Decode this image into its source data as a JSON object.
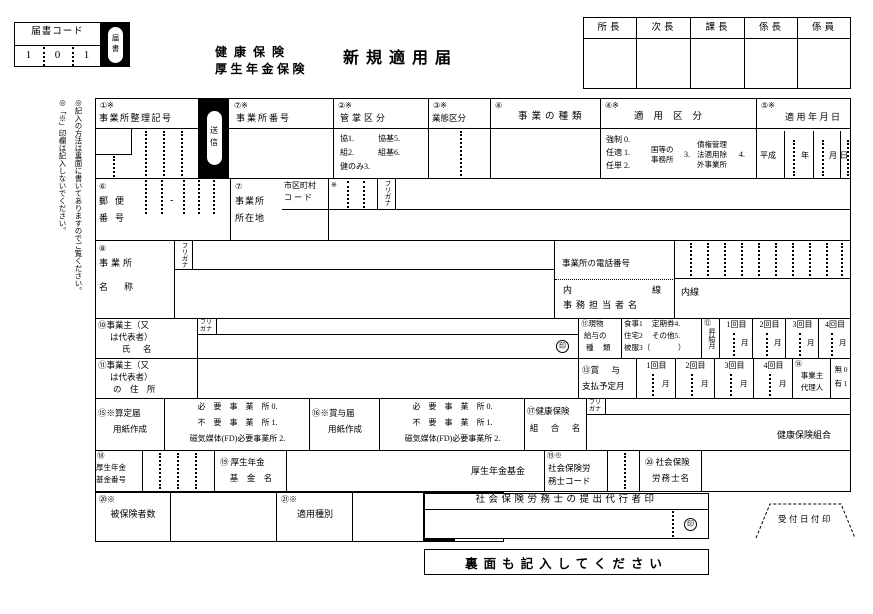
{
  "document": {
    "form_code_label": "届書コード",
    "form_code_digits": [
      "1",
      "0",
      "1"
    ],
    "todokesho_tab": "届書",
    "title_line1": "健康保険",
    "title_line2": "厚生年金保険",
    "title_main": "新規適用届",
    "bottom_notice": "裏面も記入してください"
  },
  "approval_table": {
    "headers": [
      "所長",
      "次長",
      "課長",
      "係長",
      "係員"
    ]
  },
  "side_notes": {
    "note1": "◎記入の方法は裏面に書いてありますのでご覧ください。",
    "note2": "◎「※」印欄は記入しないでください。"
  },
  "send_marks": {
    "label": "送信"
  },
  "fields": {
    "f1": {
      "num": "①※",
      "label": "事業所整理記号"
    },
    "f7top": {
      "num": "⑦※",
      "label": "事業所番号"
    },
    "f2": {
      "num": "②※",
      "label": "管掌区分",
      "options": [
        "協1.",
        "協基5.",
        "組2.",
        "組基6.",
        "健のみ3."
      ]
    },
    "f3": {
      "num": "③※",
      "label": "業態区分"
    },
    "f4_kind": {
      "num": "④",
      "label": "事業の種類"
    },
    "f4": {
      "num": "④※",
      "label": "適用区分",
      "options_col1": [
        "強制 0.",
        "任適 1.",
        "任単 2."
      ],
      "option2_line1": "国等の",
      "option2_line2": "事務所",
      "option2_num": "3.",
      "option3_line1": "債権管理",
      "option3_line2": "法適用除",
      "option3_line3": "外事業所",
      "option3_num": "4."
    },
    "f5": {
      "num": "⑤※",
      "label": "適用年月日",
      "era": "平成",
      "unit_year": "年",
      "unit_month": "月",
      "unit_day": "日"
    },
    "f6": {
      "num": "⑥",
      "label_l1": "郵便",
      "label_l2": "番号",
      "dash": "-"
    },
    "f7": {
      "num": "⑦",
      "label_l1": "事業所",
      "label_l2": "所在地",
      "city_code_l1": "市区町村",
      "city_code_l2": "コード",
      "city_code_mark": "※",
      "furigana": "フリガナ"
    },
    "f8": {
      "num": "⑧",
      "label_l1": "事業所",
      "label_l2": "名称",
      "furigana": "フリガナ"
    },
    "f9": {
      "num": "⑨",
      "label": "事業所の電話番号",
      "ext_l1": "内",
      "ext_l1b": "線",
      "ext_l2": "事務担当者名",
      "ext_value_label": "内線"
    },
    "f10": {
      "num": "⑩",
      "label_l1": "事業主（又",
      "label_l2": "は代表者）",
      "label_l3": "氏　名",
      "furigana_l1": "フリ",
      "furigana_l2": "ガナ",
      "seal": "印"
    },
    "f11": {
      "num": "⑪",
      "label_l1": "事業主（又",
      "label_l2": "は代表者）",
      "label_l3": "の　住　所"
    },
    "f11g": {
      "num": "⑪",
      "label_l1": "現物",
      "label_l2": "給与の",
      "label_l3": "種　類",
      "opt_l1a": "食事1",
      "opt_l1b": "定期券4.",
      "opt_l2a": "住宅2",
      "opt_l2b": "その他5.",
      "opt_l3a": "被服3（",
      "opt_l3b": "）"
    },
    "f12": {
      "num": "⑫",
      "label": "昇給月",
      "cols": [
        "1回目",
        "2回目",
        "3回目",
        "4回目"
      ],
      "unit": "月"
    },
    "f13": {
      "num": "⑬",
      "label_l1": "賞　与",
      "label_l2": "支払予定月",
      "cols": [
        "1回目",
        "2回目",
        "3回目",
        "4回目"
      ],
      "unit": "月"
    },
    "f14": {
      "num": "⑭",
      "label_l1": "事業主",
      "label_l2": "代理人",
      "opt_l1": "無 0",
      "opt_l2": "有 1"
    },
    "f15": {
      "num": "⑮※",
      "label_l1": "算定届",
      "label_l2": "用紙作成",
      "opt_l1": "必　要　事　業　所 0.",
      "opt_l2": "不　要　事　業　所 1.",
      "opt_l3": "磁気媒体(FD)必要事業所 2."
    },
    "f16": {
      "num": "⑯※",
      "label_l1": "賞与届",
      "label_l2": "用紙作成",
      "opt_l1": "必　要　事　業　所 0.",
      "opt_l2": "不　要　事　業　所 1.",
      "opt_l3": "磁気媒体(FD)必要事業所 2."
    },
    "f17": {
      "num": "⑰",
      "label_l1": "健康保険",
      "label_l2": "組　合　名",
      "furigana_l1": "フリ",
      "furigana_l2": "ガナ",
      "suffix": "健康保険組合"
    },
    "f18": {
      "num": "⑱",
      "label_l1": "厚生年金",
      "label_l2": "基金番号"
    },
    "f18n": {
      "num": "⑲",
      "label_l1": "厚生年金",
      "label_l2": "基　金　名",
      "suffix": "厚生年金基金"
    },
    "f19": {
      "num": "⑲※",
      "label_l1": "社会保険労",
      "label_l2": "務士コード"
    },
    "f20s": {
      "num": "⑳",
      "label_l1": "社会保険",
      "label_l2": "労務士名"
    },
    "f20": {
      "num": "⑳※",
      "label": "被保険者数"
    },
    "f21": {
      "num": "㉑※",
      "label": "適用種別"
    }
  },
  "agent_stamp": {
    "header": "社会保険労務士の提出代行者印",
    "seal": "印"
  },
  "receipt_stamp": {
    "label": "受付日付印"
  }
}
